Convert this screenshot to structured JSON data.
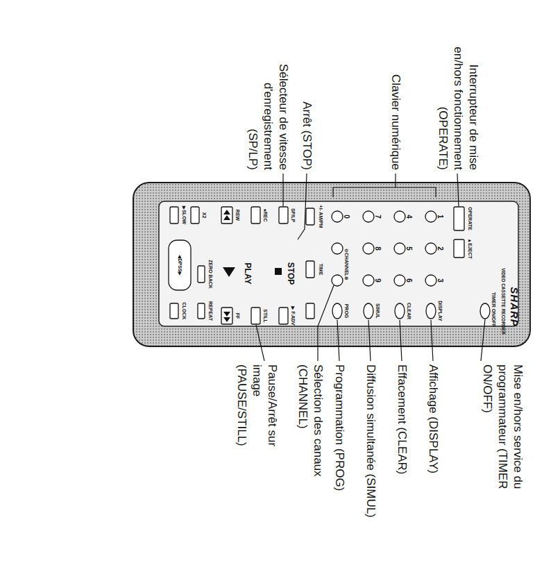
{
  "diagram": {
    "nodes": [
      {
        "text": [
          "SHARP",
          "VIDEO CASSETTE RECORDER"
        ]
      },
      {
        "text": [
          "STOP"
        ],
        "in": 0
      },
      {
        "text": [
          "PLAY"
        ],
        "in": 0
      }
    ],
    "labels": [
      "Interrupteur de mise en/hors fonctionnement (OPERATE)",
      "Clavier numérique",
      "Arrêt (STOP)",
      "Sélecteur de vitesse d'enregistrement (SP/LP)",
      "Mise en/hors service du programmateur (TIMER ON/OFF)",
      "Affichage (DISPLAY)",
      "Effacement (CLEAR)",
      "Diffusion simultanée (SIMUL)",
      "Programmation (PROG)",
      "Sélection des canaux (CHANNEL)",
      "Pause/Arrêt sur image (PAUSE/STILL)",
      "OPERATE",
      "▲EJECT",
      "TIMER ON/OFF",
      "1",
      "2",
      "3",
      "4",
      "5",
      "6",
      "7",
      "8",
      "9",
      "0",
      "DISPLAY",
      "CLEAR",
      "SIMUL",
      "PROG",
      "⊖CHANNEL⊕",
      "+/- AM/PM",
      "TIME",
      "SP/LP",
      "●REC",
      "REW",
      "▶ F.ADV",
      "STILL",
      "FF",
      "X2",
      "▶SLOW",
      "◀DPSS▶",
      "ZERO BACK",
      "REPEAT",
      "CLOCK"
    ]
  }
}
